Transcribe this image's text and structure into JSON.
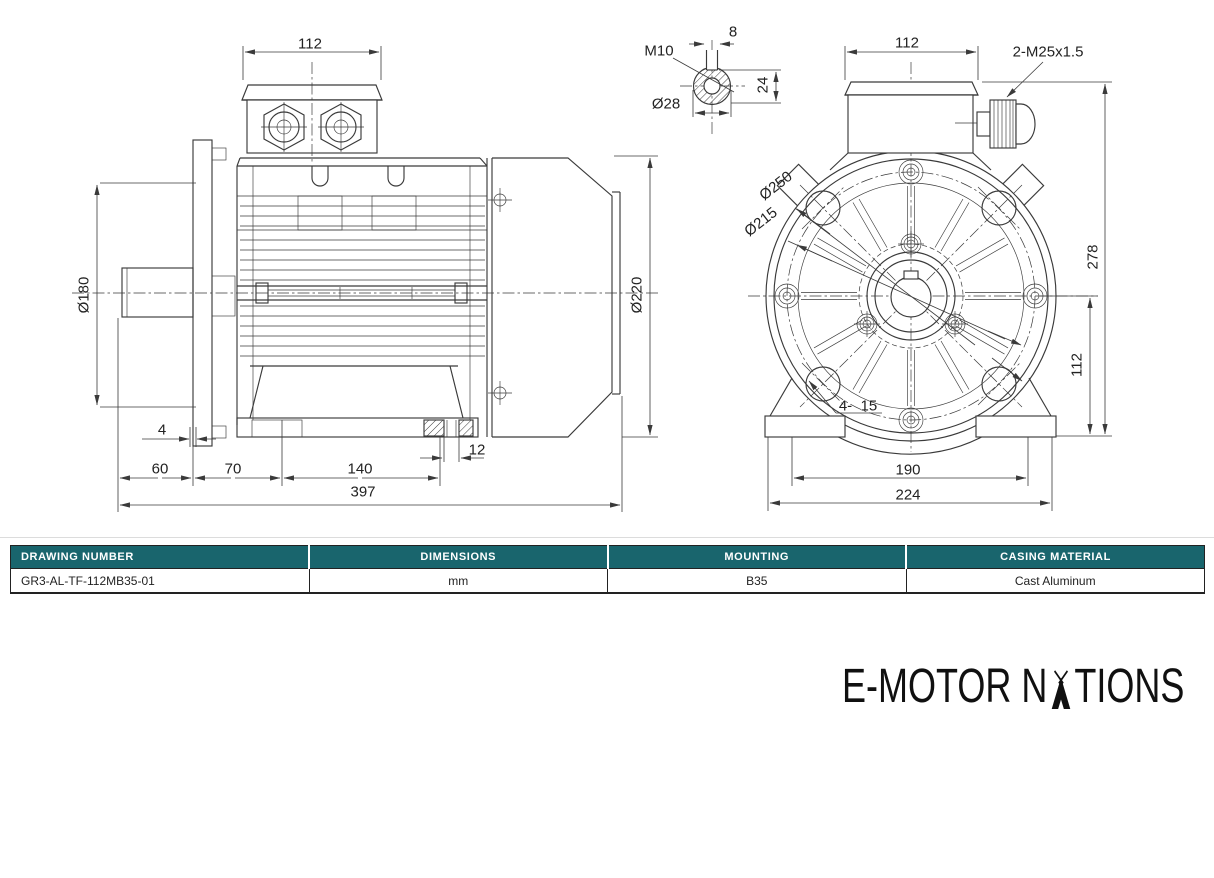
{
  "colors": {
    "table_header": "#19656d",
    "line": "#3a3a3a",
    "logo": "#101010"
  },
  "side_view": {
    "box_width": "112",
    "flange_dia": "Ø180",
    "flange_thickness": "4",
    "shaft_length": "60",
    "flange_to_body": "70",
    "foot_length": "140",
    "foot_hole": "12",
    "total_length": "397",
    "fan_cover_dia": "Ø220"
  },
  "shaft_detail": {
    "thread": "M10",
    "key_width": "8",
    "key_height": "24",
    "shaft_dia": "Ø28"
  },
  "front_view": {
    "box_width": "112",
    "cable_gland": "2-M25x1.5",
    "flange_od": "Ø250",
    "bolt_circle": "Ø215",
    "total_height": "278",
    "shaft_height": "112",
    "flange_holes": "4-  15",
    "foot_hole_span": "190",
    "foot_width": "224"
  },
  "table": {
    "columns": [
      {
        "header": "DRAWING NUMBER",
        "value": "GR3-AL-TF-112MB35-01"
      },
      {
        "header": "DIMENSIONS",
        "value": "mm"
      },
      {
        "header": "MOUNTING",
        "value": "B35"
      },
      {
        "header": "CASING MATERIAL",
        "value": "Cast Aluminum"
      }
    ]
  },
  "logo": {
    "full": "E-MOTOR NATIONS",
    "before": "E-MOTOR N",
    "after": "TIONS"
  }
}
